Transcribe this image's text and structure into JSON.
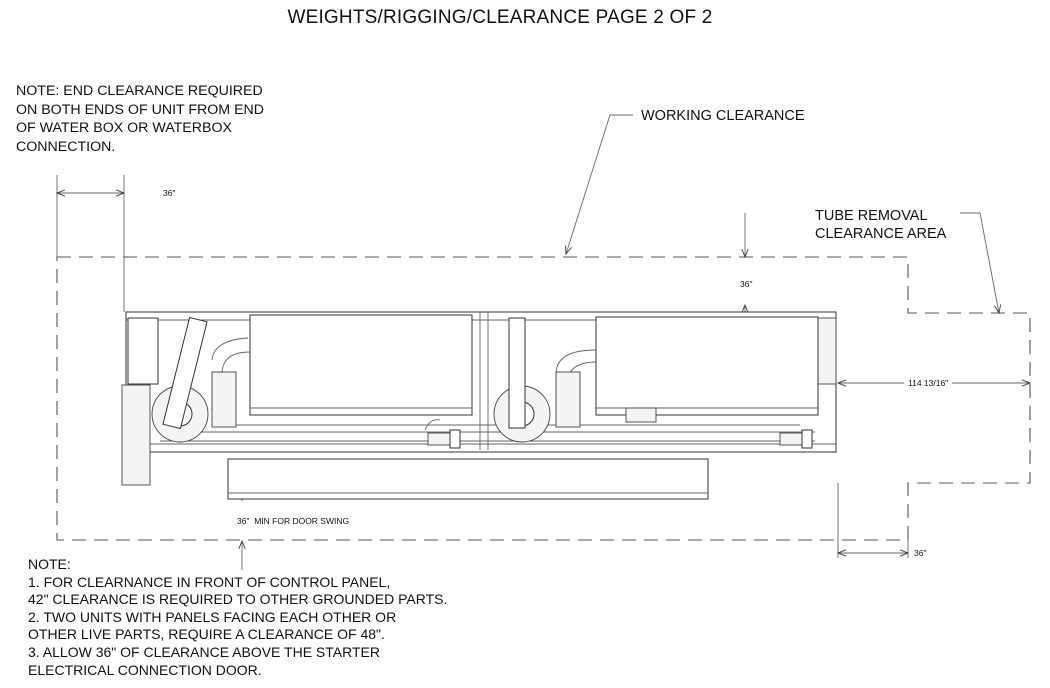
{
  "title": "WEIGHTS/RIGGING/CLEARANCE PAGE 2 OF 2",
  "note_top": [
    "NOTE: END CLEARANCE REQUIRED",
    "ON BOTH ENDS OF UNIT FROM END",
    "OF WATER BOX OR WATERBOX",
    "CONNECTION."
  ],
  "labels": {
    "working_clearance": "WORKING CLEARANCE",
    "tube_removal_1": "TUBE REMOVAL",
    "tube_removal_2": "CLEARANCE AREA",
    "dim_end_left": "36\"",
    "dim_top": "36\"",
    "dim_tube": "114 13/16\"",
    "dim_end_right": "36\"",
    "dim_door": "36\"  MIN FOR DOOR SWING"
  },
  "note_bottom": [
    "NOTE:",
    "1.  FOR CLEARNANCE IN FRONT OF CONTROL PANEL,",
    "42\" CLEARANCE IS REQUIRED TO OTHER GROUNDED PARTS.",
    "2.  TWO UNITS WITH PANELS FACING EACH OTHER OR",
    "OTHER LIVE PARTS, REQUIRE A CLEARANCE OF 48\".",
    "3.  ALLOW 36\" OF CLEARANCE ABOVE THE STARTER",
    "ELECTRICAL CONNECTION DOOR."
  ]
}
